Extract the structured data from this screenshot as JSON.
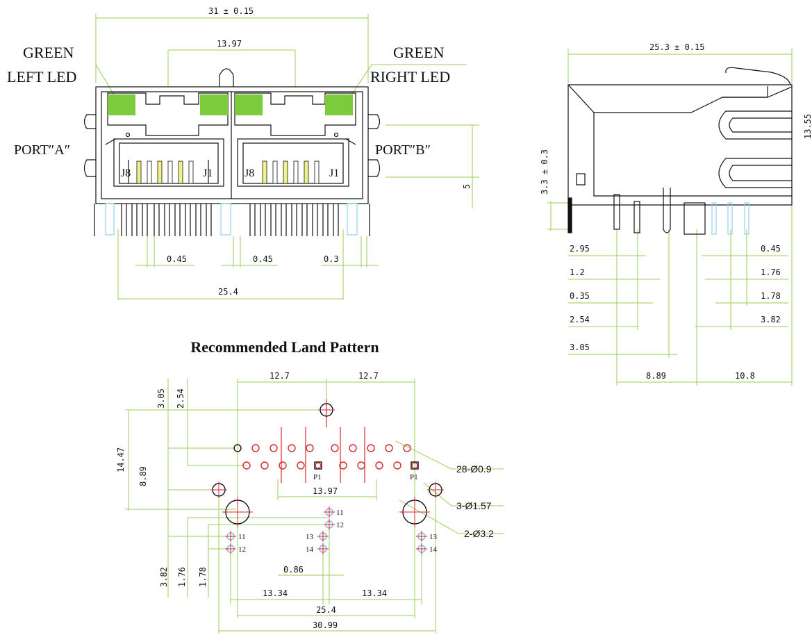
{
  "front_view": {
    "overall_width": "31 ± 0.15",
    "port_pitch": "13.97",
    "left_led": {
      "color": "GREEN",
      "label": "LEFT LED"
    },
    "right_led": {
      "color": "GREEN",
      "label": "RIGHT LED"
    },
    "port_a": "PORT″A″",
    "port_b": "PORT″B″",
    "pin_j8": "J8",
    "pin_j1": "J1",
    "height_dim": "5",
    "pin_dim_1": "0.45",
    "pin_dim_2": "0.45",
    "pin_dim_3": "0.3",
    "pin_span": "25.4"
  },
  "side_view": {
    "depth": "25.3 ± 0.15",
    "height": "13.55",
    "standoff": "3.3 ± 0.3",
    "dims_left": [
      "2.95",
      "1.2",
      "0.35",
      "2.54",
      "3.05"
    ],
    "dims_right": [
      "0.45",
      "1.76",
      "1.78",
      "3.82"
    ],
    "bottom_left": "8.89",
    "bottom_right": "10.8"
  },
  "land_pattern": {
    "title": "Recommended Land Pattern",
    "top_left": "12.7",
    "top_right": "12.7",
    "v_305": "3.05",
    "v_254": "2.54",
    "v_1447": "14.47",
    "v_889": "8.89",
    "holes_small": "28-Ø0.9",
    "holes_mid": "3-Ø1.57",
    "holes_big": "2-Ø3.2",
    "pitch": "13.97",
    "p1": "P1",
    "pin11": "11",
    "pin12": "12",
    "pin13": "13",
    "pin14": "14",
    "v_382": "3.82",
    "v_176": "1.76",
    "v_178": "1.78",
    "d_086": "0.86",
    "half_left": "13.34",
    "half_right": "13.34",
    "span": "25.4",
    "overall": "30.99"
  },
  "colors": {
    "line": "#111111",
    "dim_line": "#9acd5a",
    "led": "#7ccb3c",
    "pin_yellow": "#f2f28a",
    "pin_blue": "#8fd3ea",
    "pad_red": "#d9252a"
  }
}
